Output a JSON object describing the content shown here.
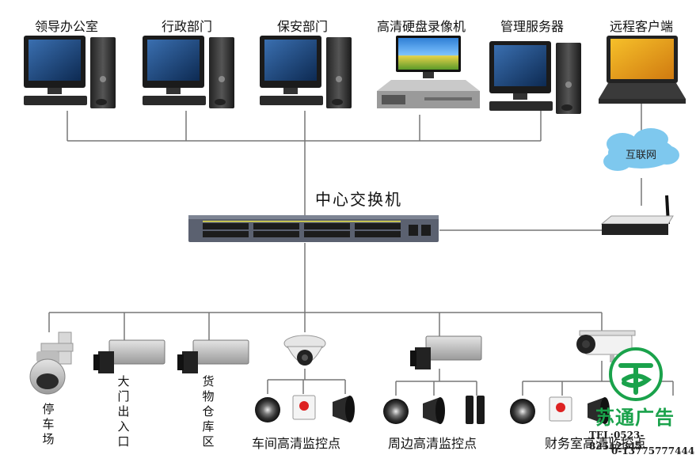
{
  "top_nodes": [
    {
      "label": "领导办公室",
      "icon": "desktop-computer-icon"
    },
    {
      "label": "行政部门",
      "icon": "desktop-computer-icon"
    },
    {
      "label": "保安部门",
      "icon": "desktop-computer-icon"
    },
    {
      "label": "高清硬盘录像机",
      "icon": "nvr-recorder-icon"
    },
    {
      "label": "管理服务器",
      "icon": "desktop-computer-icon"
    },
    {
      "label": "远程客户端",
      "icon": "laptop-icon"
    }
  ],
  "internet_label": "互联网",
  "switch_label": "中心交换机",
  "bottom_nodes": [
    {
      "label": "停车场",
      "icon": "speed-dome-camera-icon"
    },
    {
      "label": "大门出入口",
      "icon": "box-camera-icon"
    },
    {
      "label": "货物仓库区",
      "icon": "box-camera-icon"
    },
    {
      "label": "车间高清监控点",
      "icon": "dome-camera-icon"
    },
    {
      "label": "周边高清监控点",
      "icon": "box-camera-icon"
    },
    {
      "label": "财务室高清监控点",
      "icon": "bullet-camera-icon"
    }
  ],
  "logo": {
    "text": "苏通广告",
    "tel": "TEL:0523-82512345",
    "mobile": "0-13775777444"
  },
  "colors": {
    "line": "#777777",
    "cloud": "#7ec8ee",
    "logo_green": "#1aa24b"
  }
}
